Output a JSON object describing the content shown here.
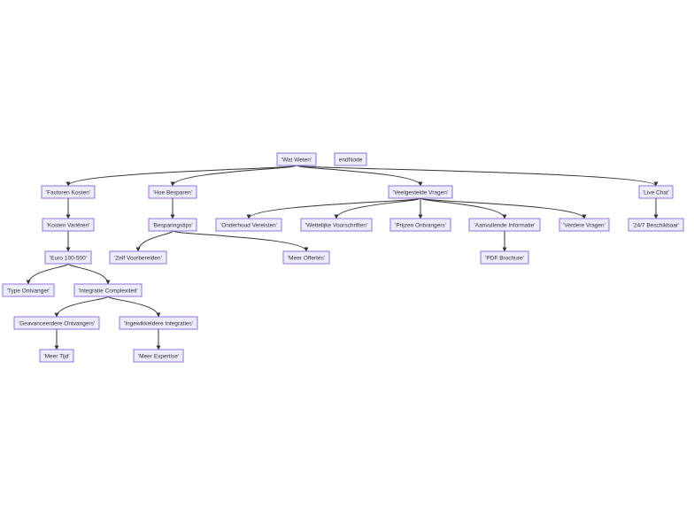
{
  "diagram": {
    "type": "flowchart",
    "colors": {
      "node_fill": "#ececff",
      "node_stroke": "#9370db",
      "edge": "#333333",
      "text": "#333333"
    },
    "nodes": [
      {
        "id": "root",
        "label": "'Wat Weten'"
      },
      {
        "id": "endNode",
        "label": "endNode"
      },
      {
        "id": "factoren",
        "label": "'Factoren Kosten'"
      },
      {
        "id": "hoe",
        "label": "'Hoe Besparen'"
      },
      {
        "id": "veel",
        "label": "'Veelgestelde Vragen'"
      },
      {
        "id": "live",
        "label": "'Live Chat'"
      },
      {
        "id": "kosten",
        "label": "'Kosten Variëren'"
      },
      {
        "id": "bespar",
        "label": "'Besparingstips'"
      },
      {
        "id": "onder",
        "label": "'Onderhoud Vereisten'"
      },
      {
        "id": "wett",
        "label": "'Wettelijke Voorschriften'"
      },
      {
        "id": "prijzen",
        "label": "'Prijzen Ontvangers'"
      },
      {
        "id": "aanv",
        "label": "'Aanvullende Informatie'"
      },
      {
        "id": "verdere",
        "label": "'Verdere Vragen'"
      },
      {
        "id": "besch",
        "label": "'24/7 Beschikbaar'"
      },
      {
        "id": "euro",
        "label": "'Euro 100-500'"
      },
      {
        "id": "zelf",
        "label": "'Zelf Voorbereiden'"
      },
      {
        "id": "offertes",
        "label": "'Meer Offertes'"
      },
      {
        "id": "pdf",
        "label": "'PDF Brochure'"
      },
      {
        "id": "type",
        "label": "'Type Ontvanger'"
      },
      {
        "id": "integ",
        "label": "'Integratie Complexiteit'"
      },
      {
        "id": "geav",
        "label": "'Geavanceerdere Ontvangers'"
      },
      {
        "id": "ingew",
        "label": "'Ingewikkeldere Integraties'"
      },
      {
        "id": "tijd",
        "label": "'Meer Tijd'"
      },
      {
        "id": "exp",
        "label": "'Meer Expertise'"
      }
    ],
    "edges": [
      {
        "from": "root",
        "to": "factoren"
      },
      {
        "from": "root",
        "to": "hoe"
      },
      {
        "from": "root",
        "to": "veel"
      },
      {
        "from": "root",
        "to": "live"
      },
      {
        "from": "factoren",
        "to": "kosten"
      },
      {
        "from": "kosten",
        "to": "euro"
      },
      {
        "from": "euro",
        "to": "type"
      },
      {
        "from": "euro",
        "to": "integ"
      },
      {
        "from": "integ",
        "to": "geav"
      },
      {
        "from": "integ",
        "to": "ingew"
      },
      {
        "from": "geav",
        "to": "tijd"
      },
      {
        "from": "ingew",
        "to": "exp"
      },
      {
        "from": "hoe",
        "to": "bespar"
      },
      {
        "from": "bespar",
        "to": "zelf"
      },
      {
        "from": "bespar",
        "to": "offertes"
      },
      {
        "from": "veel",
        "to": "onder"
      },
      {
        "from": "veel",
        "to": "wett"
      },
      {
        "from": "veel",
        "to": "prijzen"
      },
      {
        "from": "veel",
        "to": "aanv"
      },
      {
        "from": "veel",
        "to": "verdere"
      },
      {
        "from": "aanv",
        "to": "pdf"
      },
      {
        "from": "live",
        "to": "besch"
      }
    ]
  }
}
